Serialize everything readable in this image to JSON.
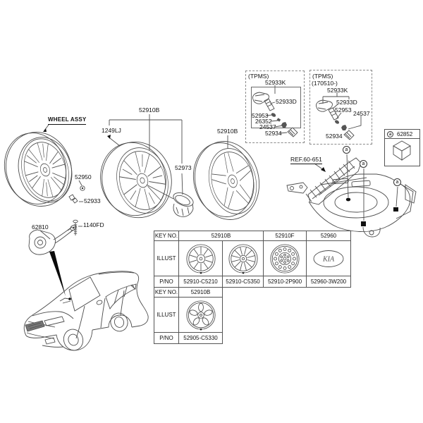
{
  "labels": {
    "wheel_assy": "WHEEL ASSY",
    "p52950": "52950",
    "p52933": "52933",
    "p1249lj": "1249LJ",
    "p52910b_mid": "52910B",
    "p52973": "52973",
    "p52910b_right": "52910B",
    "p62810": "62810",
    "p1140fd": "1140FD",
    "ref_floor": "REF.60-651"
  },
  "tpms_early": {
    "title": "(TPMS)",
    "p52933k": "52933K",
    "p52933d": "52933D",
    "p52953": "52953",
    "p26352": "26352",
    "p24537": "24537",
    "p52934": "52934"
  },
  "tpms_late": {
    "title": "(TPMS)",
    "date_range": "(170510-)",
    "p52933k": "52933K",
    "p52933d": "52933D",
    "p52953": "52953",
    "p24537": "24537",
    "p52934": "52934"
  },
  "legend": {
    "marker": "a",
    "part": "62852"
  },
  "markers": {
    "a1": "a",
    "a2": "a",
    "a3": "a"
  },
  "table_top": {
    "key_header": "KEY NO.",
    "key_values": [
      "52910B",
      "52910F",
      "52960"
    ],
    "illust_header": "ILLUST",
    "kia_logo": "KIA",
    "pno_header": "P/NO",
    "pno_values": [
      "52910-C5210",
      "52910-C5350",
      "52910-2P900",
      "52960-3W200"
    ]
  },
  "table_bottom": {
    "key_header": "KEY NO.",
    "key_value": "52910B",
    "illust_header": "ILLUST",
    "pno_header": "P/NO",
    "pno_value": "52905-C5330"
  },
  "colors": {
    "line": "#4d4d4d",
    "text": "#111111",
    "marker_fill": "#111111"
  }
}
